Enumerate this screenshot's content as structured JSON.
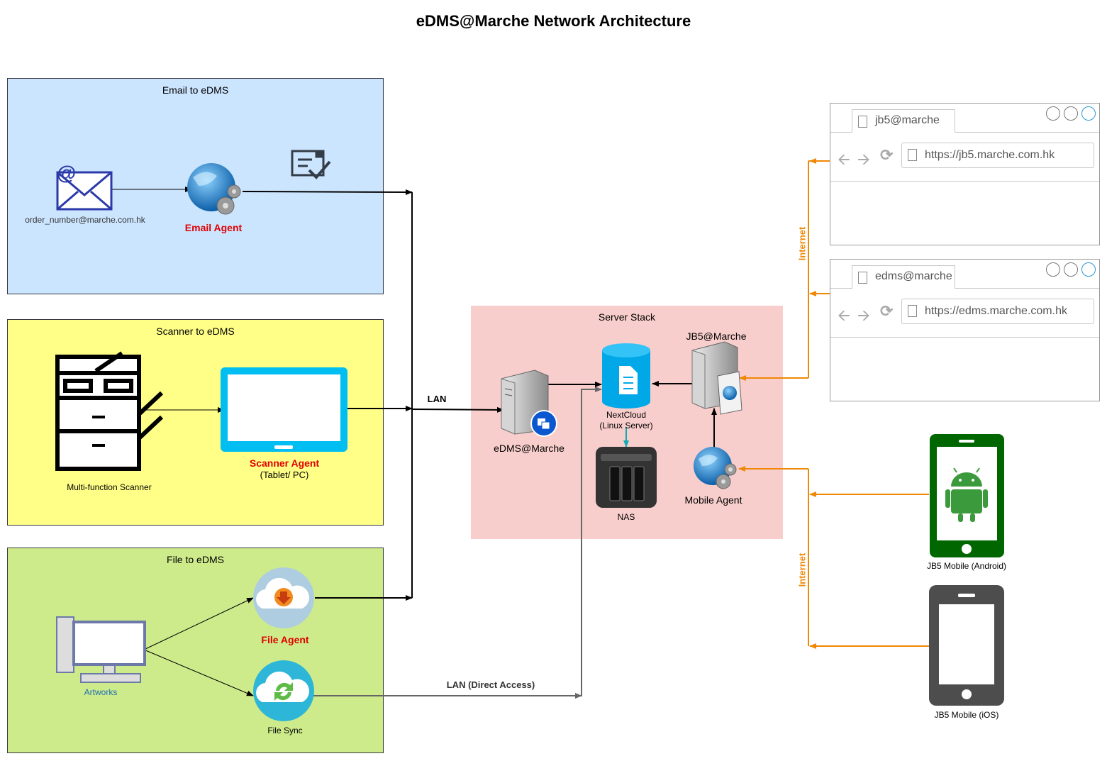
{
  "title": "eDMS@Marche Network Architecture",
  "groups": {
    "email": {
      "title": "Email to eDMS",
      "address": "order_number@marche.com.hk",
      "agent": "Email Agent",
      "color": "#cce5ff"
    },
    "scanner": {
      "title": "Scanner to eDMS",
      "device": "Multi-function Scanner",
      "agent": "Scanner Agent",
      "agent_sub": "(Tablet/ PC)",
      "color": "#ffff88"
    },
    "file": {
      "title": "File to eDMS",
      "source": "Artworks",
      "agent": "File Agent",
      "sync": "File Sync",
      "color": "#cdeb8b"
    },
    "server": {
      "title": "Server Stack",
      "edms": "eDMS@Marche",
      "nextcloud": "NextCloud",
      "nextcloud_sub": "(Linux Server)",
      "jb5": "JB5@Marche",
      "nas": "NAS",
      "mobile_agent": "Mobile Agent",
      "color": "#f8cecc"
    }
  },
  "connections": {
    "lan": "LAN",
    "lan_direct": "LAN (Direct Access)",
    "internet_top": "Internet",
    "internet_bottom": "Internet"
  },
  "browsers": [
    {
      "tab": "jb5@marche",
      "url": "https://jb5.marche.com.hk"
    },
    {
      "tab": "edms@marche",
      "url": "https://edms.marche.com.hk"
    }
  ],
  "mobiles": [
    {
      "label": "JB5 Mobile (Android)",
      "color": "#006600"
    },
    {
      "label": "JB5 Mobile (iOS)",
      "color": "#4d4d4d"
    }
  ],
  "colors": {
    "internet": "#f08705",
    "nextcloud_link": "#12aab5",
    "lan_direct": "#666666"
  }
}
